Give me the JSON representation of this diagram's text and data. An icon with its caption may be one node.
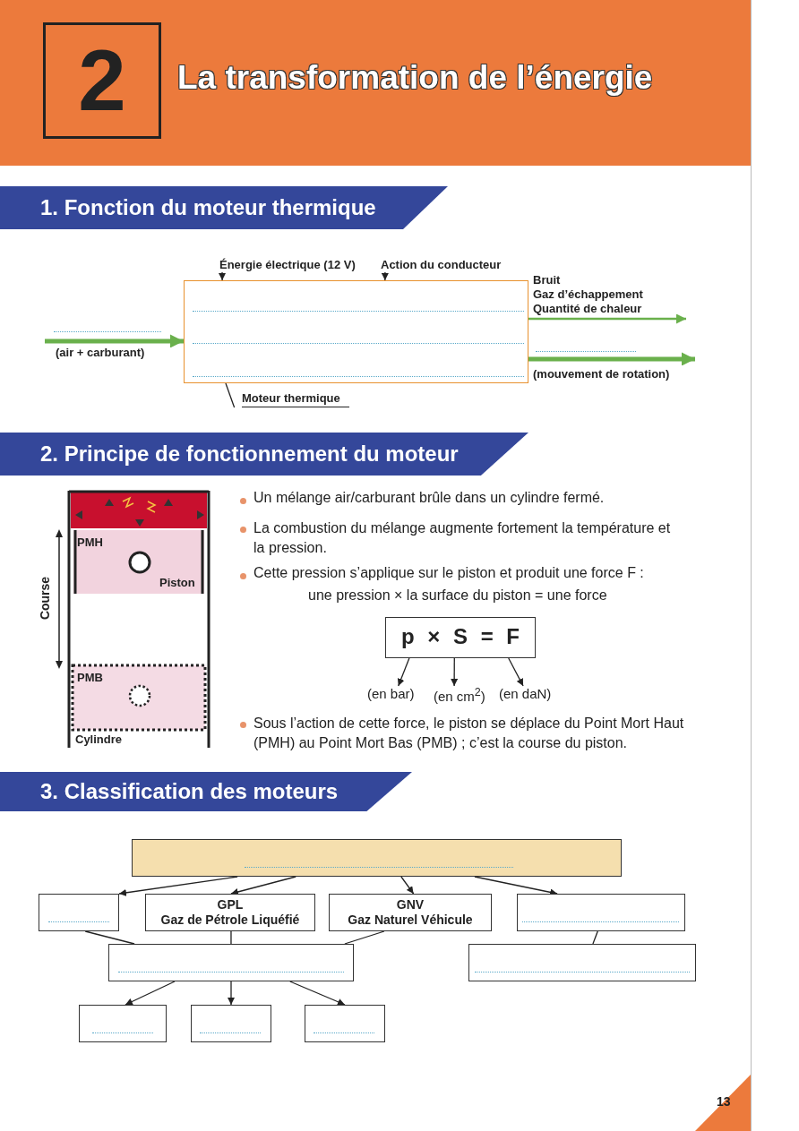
{
  "diagram": {
    "title": "La transformation de l’énergie",
    "nodes": [
      {
        "text": [
          "Énergie électrique (12 V)"
        ]
      },
      {
        "text": [
          "Action du conducteur"
        ]
      },
      {
        "text": [],
        "shape": "box"
      },
      {
        "text": [
          "Moteur thermique"
        ]
      },
      {
        "text": [
          "p × S = F"
        ]
      },
      {
        "text": [
          "(en bar)"
        ]
      },
      {
        "text": [
          "(en cm$^{2}$)"
        ]
      },
      {
        "text": [
          "(en daN)"
        ]
      },
      {
        "text": [],
        "shape": "box"
      },
      {
        "text": [],
        "shape": "box"
      },
      {
        "text": [
          "GPL",
          "Gaz de Pétrole Liquéfié"
        ]
      },
      {
        "text": [
          "GNV",
          "Gaz Naturel Véhicule"
        ]
      },
      {
        "text": [],
        "shape": "box"
      },
      {
        "text": [],
        "shape": "box"
      },
      {
        "text": [],
        "shape": "box"
      },
      {
        "text": [],
        "shape": "box"
      },
      {
        "text": [],
        "shape": "box"
      },
      {
        "text": [],
        "shape": "box"
      }
    ],
    "edges": [
      {
        "from": 0,
        "to": 2,
        "arrow": "to"
      },
      {
        "from": 1,
        "to": 2,
        "arrow": "to"
      },
      {
        "from": null,
        "to": 2,
        "arrow": "to",
        "label": "(air + carburant)",
        "style": "thick",
        "color": "#6ab04c"
      },
      {
        "from": 2,
        "to": null,
        "arrow": "to",
        "color": "#6ab04c"
      },
      {
        "from": 2,
        "to": null,
        "arrow": "to",
        "label": "(mouvement de rotation)",
        "style": "thick",
        "color": "#6ab04c"
      },
      {
        "from": 3,
        "to": 2,
        "arrow": "none"
      },
      {
        "from": 4,
        "to": 5,
        "arrow": "to"
      },
      {
        "from": 4,
        "to": 6,
        "arrow": "to"
      },
      {
        "from": 4,
        "to": 7,
        "arrow": "to"
      },
      {
        "from": 8,
        "to": 9,
        "arrow": "to"
      },
      {
        "from": 8,
        "to": 10,
        "arrow": "to"
      },
      {
        "from": 8,
        "to": 11,
        "arrow": "to"
      },
      {
        "from": 8,
        "to": 12,
        "arrow": "to"
      },
      {
        "from": 9,
        "to": 13,
        "arrow": "none"
      },
      {
        "from": 10,
        "to": 13,
        "arrow": "none"
      },
      {
        "from": 11,
        "to": 13,
        "arrow": "none"
      },
      {
        "from": 12,
        "to": 14,
        "arrow": "none"
      },
      {
        "from": 13,
        "to": 15,
        "arrow": "to"
      },
      {
        "from": 13,
        "to": 16,
        "arrow": "to"
      },
      {
        "from": 13,
        "to": 17,
        "arrow": "to"
      }
    ],
    "labels": [
      "2",
      "1. Fonction du moteur thermique",
      "Bruit",
      "Gaz d’échappement",
      "Quantité de chaleur",
      "2. Principe de fonctionnement du moteur",
      "PMH",
      "Piston",
      "Course",
      "PMB",
      "Cylindre",
      "Un mélange air/carburant brûle dans un cylindre fermé.",
      "La combustion du mélange augmente fortement la température et la pression.",
      "Cette pression s’applique sur le piston et produit une force F :",
      "une pression × la surface du piston = une force",
      "Sous l’action de cette force, le piston se déplace du Point Mort Haut (PMH) au Point Mort Bas (PMB) ; c’est la course du piston.",
      "3. Classification des moteurs",
      "13"
    ]
  }
}
